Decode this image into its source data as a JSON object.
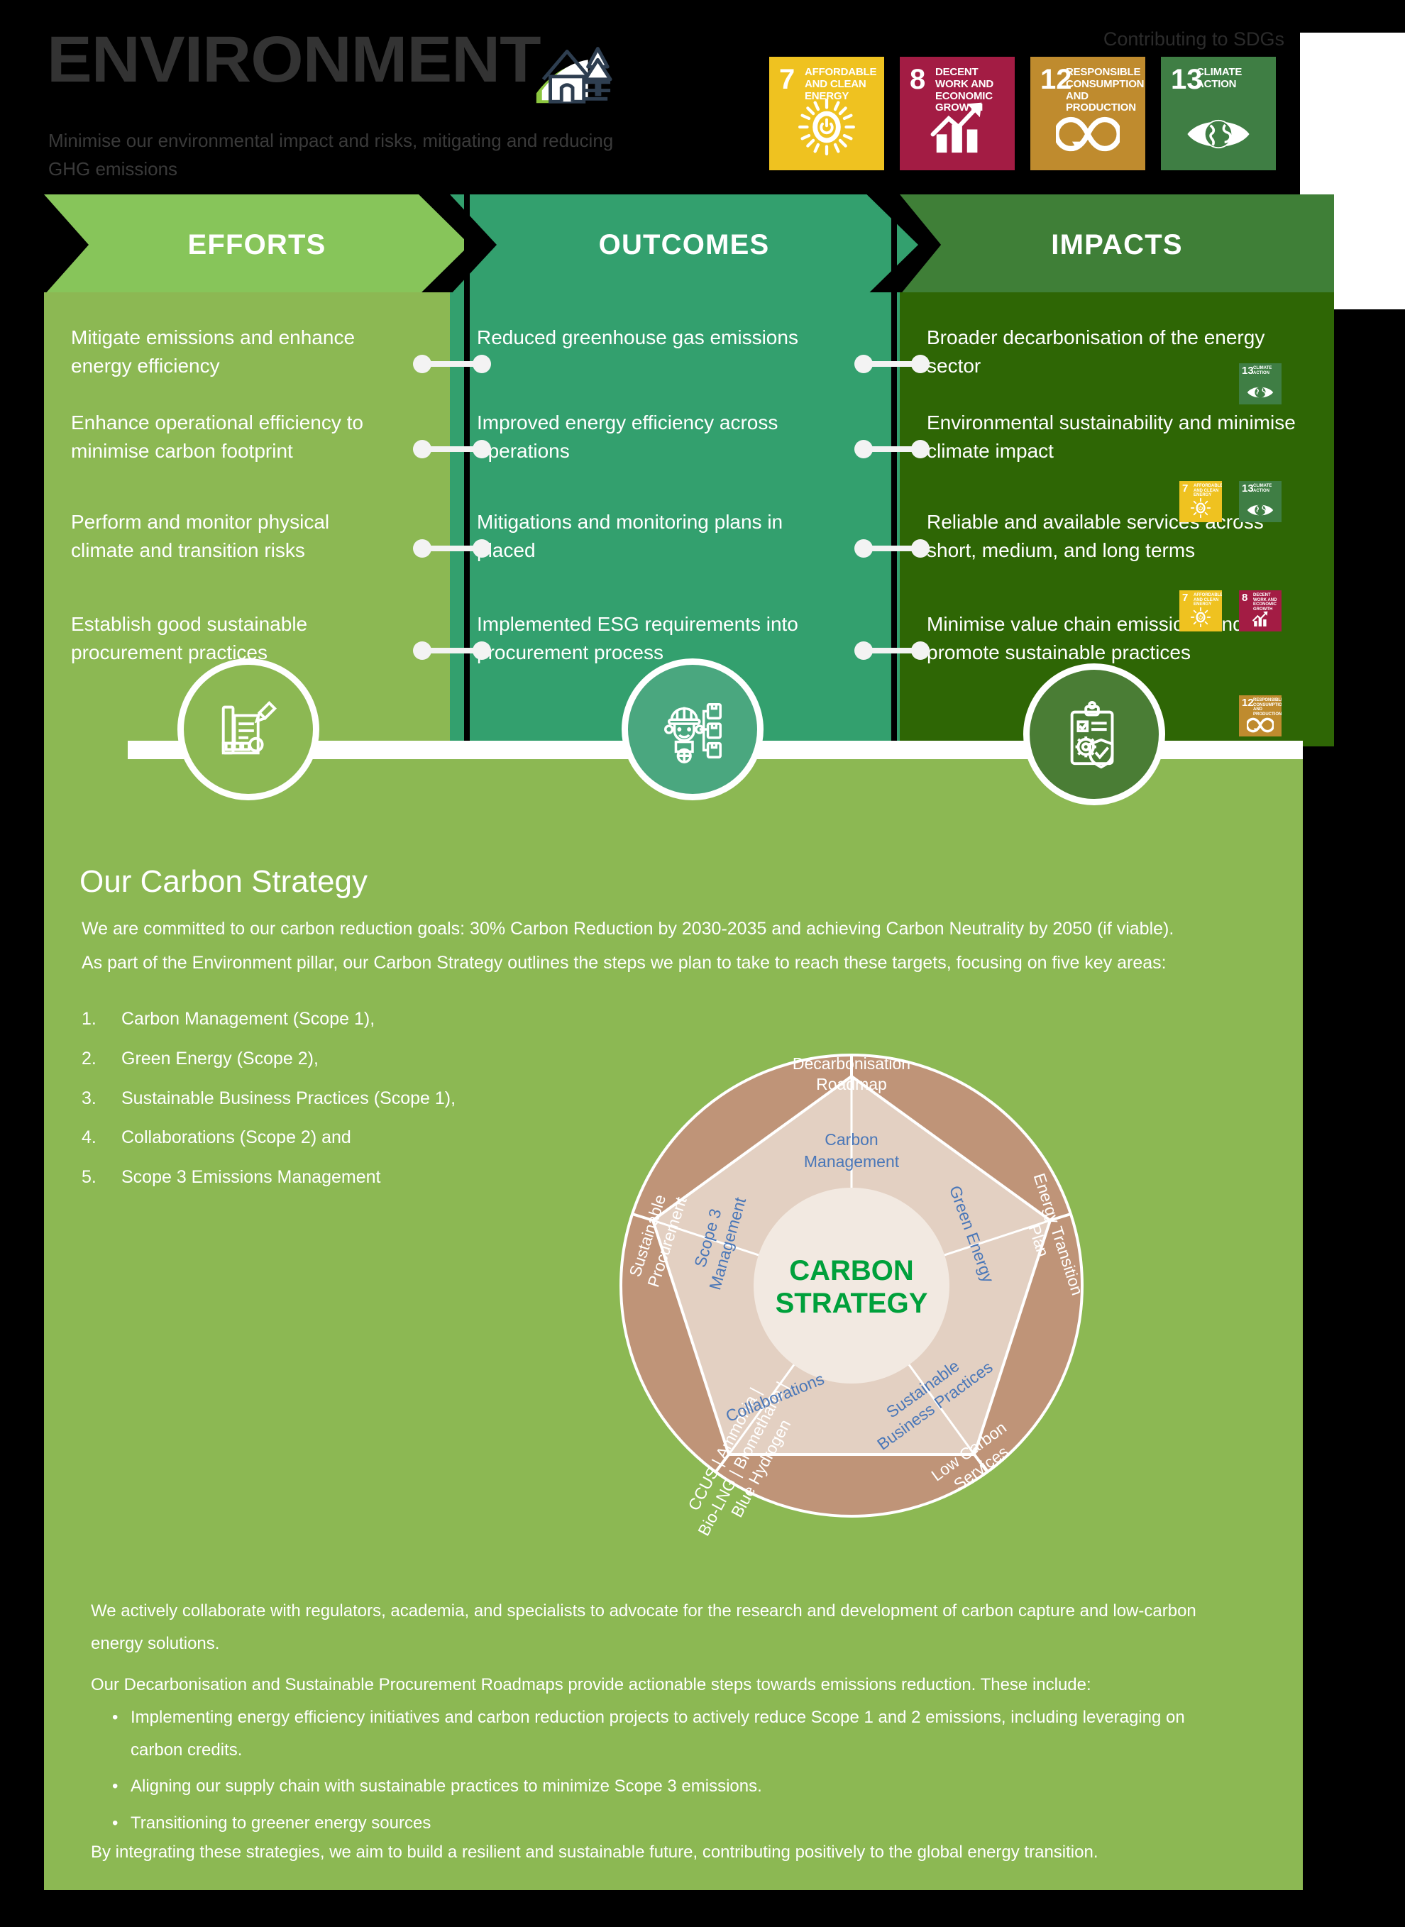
{
  "header": {
    "title": "ENVIRONMENT",
    "subtitle": "Minimise our environmental impact and risks, mitigating and reducing GHG emissions",
    "sdg_label": "Contributing to SDGs",
    "logo_icon": "house-trees-leaf-icon"
  },
  "sdg_badges": [
    {
      "number": "7",
      "title": "Affordable and Clean Energy",
      "color": "#EFC220",
      "glyph": "sun-plug-icon"
    },
    {
      "number": "8",
      "title": "Decent Work and Economic Growth",
      "color": "#A31C44",
      "glyph": "growth-chart-icon"
    },
    {
      "number": "12",
      "title": "Responsible Consumption and Production",
      "color": "#BF8B2E",
      "glyph": "infinity-icon"
    },
    {
      "number": "13",
      "title": "Climate Action",
      "color": "#3F7E44",
      "glyph": "eye-globe-icon"
    }
  ],
  "columns": {
    "efforts": {
      "heading": "EFFORTS",
      "banner_color": "#87C55A",
      "body_color": "#8CB853",
      "circle_icon": "report-pencil-icon",
      "items": [
        "Mitigate emissions and enhance energy efficiency",
        "Enhance operational efficiency to minimise carbon footprint",
        "Perform and monitor physical climate and transition risks",
        "Establish good sustainable procurement practices"
      ]
    },
    "outcomes": {
      "heading": "OUTCOMES",
      "banner_color": "#33A06E",
      "body_color": "#33A06E",
      "circle_icon": "worker-network-icon",
      "items": [
        "Reduced greenhouse gas emissions",
        "Improved energy efficiency across operations",
        "Mitigations and monitoring plans in placed",
        "Implemented ESG requirements into procurement process"
      ]
    },
    "impacts": {
      "heading": "IMPACTS",
      "banner_color": "#3F7F37",
      "body_color": "#2E6605",
      "circle_icon": "clipboard-gear-shield-icon",
      "items": [
        {
          "text": "Broader decarbonisation of the energy sector",
          "sdgs": [
            "13"
          ]
        },
        {
          "text": "Environmental sustainability and minimise climate impact",
          "sdgs": [
            "7",
            "13"
          ]
        },
        {
          "text": "Reliable and available services across short, medium, and long terms",
          "sdgs": [
            "7",
            "8"
          ]
        },
        {
          "text": "Minimise value chain emissions and promote sustainable practices",
          "sdgs": [
            "12"
          ]
        }
      ]
    }
  },
  "carbon_strategy": {
    "title": "Our Carbon Strategy",
    "intro": "We are committed to our carbon reduction goals: 30% Carbon Reduction by 2030-2035 and achieving Carbon Neutrality by 2050 (if viable). As part of the Environment pillar, our Carbon Strategy outlines the steps we plan to take to reach these targets, focusing on five key areas:",
    "list": [
      {
        "n": "1.",
        "text": "Carbon Management (Scope 1),"
      },
      {
        "n": "2.",
        "text": "Green Energy (Scope 2),"
      },
      {
        "n": "3.",
        "text": "Sustainable Business Practices (Scope 1),"
      },
      {
        "n": "4.",
        "text": "Collaborations (Scope 2) and"
      },
      {
        "n": "5.",
        "text": "Scope 3 Emissions Management"
      }
    ],
    "wheel": {
      "center_line1": "CARBON",
      "center_line2": "STRATEGY",
      "center_color": "#00A03B",
      "ring_color": "#BF9478",
      "inner_color": "#E3D0C2",
      "hub_color": "#F2E9E1",
      "inner_label_color": "#4A77B8",
      "outer_label_color": "#FFFFFF",
      "segments": [
        {
          "inner": "Carbon\nManagement",
          "outer": "Decarbonisation\nRoadmap"
        },
        {
          "inner": "Green Energy",
          "outer": "Energy Transition\nPlan"
        },
        {
          "inner": "Sustainable\nBusiness Practices",
          "outer": "Low Carbon\nServices"
        },
        {
          "inner": "Collaborations",
          "outer": "CCUS | Ammonia |\nBio-LNG | Biomethane |\nBlue Hydrogen"
        },
        {
          "inner": "Scope 3\nManagement",
          "outer": "Sustainable\nProcurement"
        }
      ]
    },
    "paragraph_1": "We actively collaborate with regulators, academia, and specialists to advocate for the research and development of carbon capture and low-carbon energy solutions.",
    "paragraph_2": "Our Decarbonisation and Sustainable Procurement Roadmaps provide actionable steps towards emissions reduction. These include:",
    "bullets": [
      "Implementing energy efficiency initiatives and carbon reduction projects to actively reduce Scope 1 and 2 emissions, including leveraging on carbon credits.",
      "Aligning our supply chain with sustainable practices to minimize Scope 3 emissions.",
      "Transitioning to greener energy sources"
    ],
    "paragraph_3": "By integrating these strategies, we aim to build a resilient and sustainable future, contributing positively to the global energy transition."
  }
}
